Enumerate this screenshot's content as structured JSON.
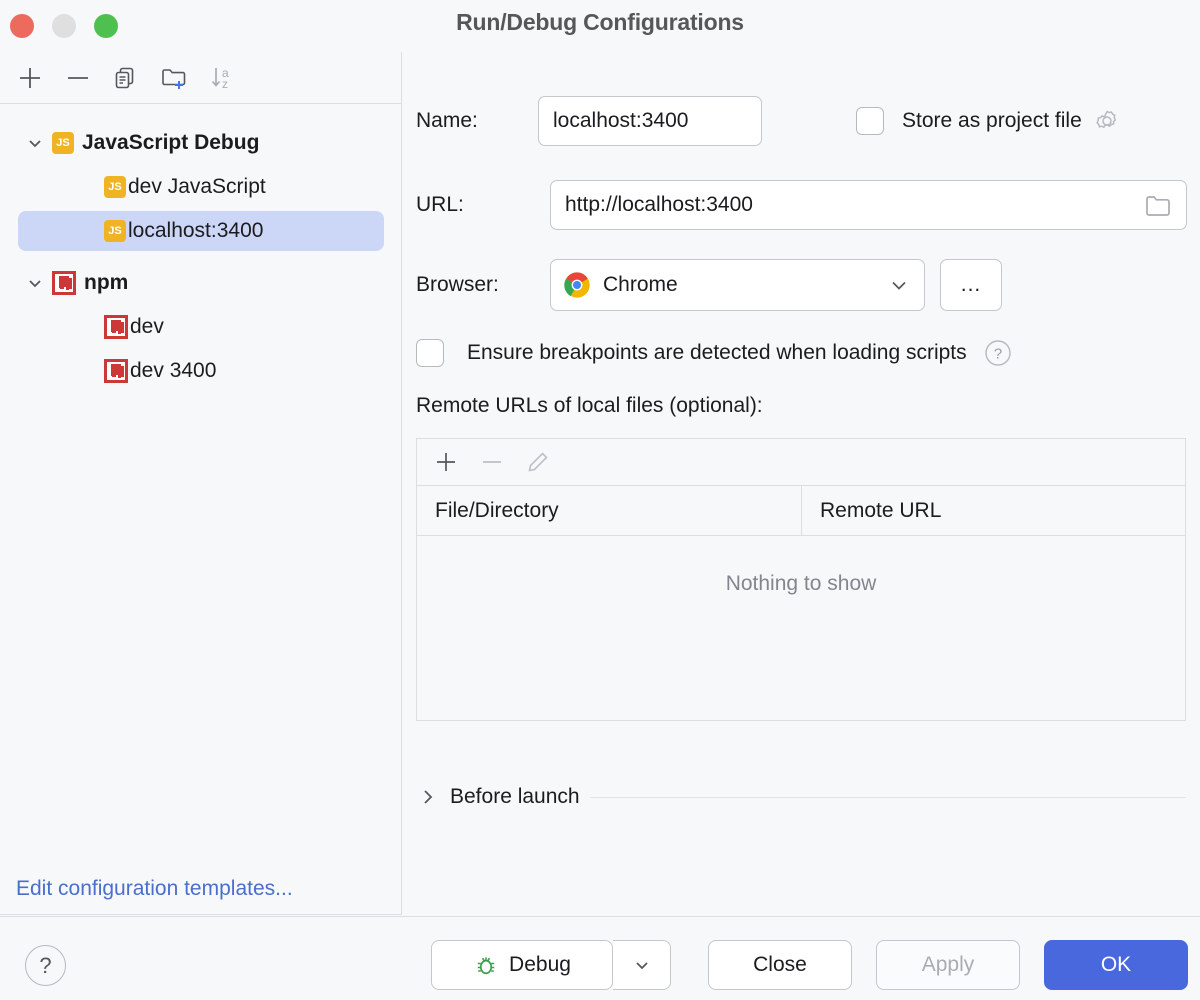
{
  "window": {
    "title": "Run/Debug Configurations",
    "traffic_lights": [
      "close-red",
      "minimize-gray",
      "zoom-green"
    ]
  },
  "sidebar": {
    "toolbar": [
      {
        "name": "add-configuration-button",
        "icon": "plus-icon"
      },
      {
        "name": "remove-configuration-button",
        "icon": "minus-icon"
      },
      {
        "name": "copy-configuration-button",
        "icon": "copy-icon"
      },
      {
        "name": "new-folder-button",
        "icon": "folder-plus-icon"
      },
      {
        "name": "sort-alphabetically-button",
        "icon": "sort-az-icon"
      }
    ],
    "tree": [
      {
        "label": "JavaScript Debug",
        "type": "group",
        "icon": "js-icon",
        "expanded": true,
        "selected": false
      },
      {
        "label": "dev JavaScript",
        "type": "child",
        "icon": "js-icon",
        "selected": false
      },
      {
        "label": "localhost:3400",
        "type": "child",
        "icon": "js-icon",
        "selected": true
      },
      {
        "label": "npm",
        "type": "group",
        "icon": "npm-icon",
        "expanded": true,
        "selected": false
      },
      {
        "label": "dev",
        "type": "child",
        "icon": "npm-icon",
        "selected": false
      },
      {
        "label": "dev 3400",
        "type": "child",
        "icon": "npm-icon",
        "selected": false
      }
    ],
    "edit_templates_link": "Edit configuration templates..."
  },
  "form": {
    "name_label": "Name:",
    "name_value": "localhost:3400",
    "store_as_project_file_label": "Store as project file",
    "store_as_project_file_checked": false,
    "store_gear_icon": "gear-icon",
    "url_label": "URL:",
    "url_value": "http://localhost:3400",
    "url_browse_icon": "folder-icon",
    "browser_label": "Browser:",
    "browser_value": "Chrome",
    "browser_icon": "chrome-icon",
    "browser_more_label": "...",
    "ensure_breakpoints_label": "Ensure breakpoints are detected when loading scripts",
    "ensure_breakpoints_checked": false,
    "ensure_breakpoints_help_icon": "question-icon",
    "remote_urls_label": "Remote URLs of local files (optional):",
    "table": {
      "toolbar": [
        {
          "name": "add-row-button",
          "icon": "plus-icon",
          "enabled": true
        },
        {
          "name": "remove-row-button",
          "icon": "minus-icon",
          "enabled": false
        },
        {
          "name": "edit-row-button",
          "icon": "pencil-icon",
          "enabled": false
        }
      ],
      "columns": [
        "File/Directory",
        "Remote URL"
      ],
      "rows": [],
      "empty_message": "Nothing to show"
    },
    "before_launch_label": "Before launch",
    "before_launch_expanded": false
  },
  "footer": {
    "help_label": "?",
    "debug_label": "Debug",
    "debug_icon": "bug-icon",
    "debug_dropdown_icon": "chevron-down-icon",
    "close_label": "Close",
    "apply_label": "Apply",
    "apply_enabled": false,
    "ok_label": "OK"
  },
  "colors": {
    "accent": "#4968de",
    "selection": "#ccd6f6",
    "link": "#4a6ecb",
    "js_badge": "#f0b323",
    "npm_badge": "#cb3837",
    "background": "#f7f8fa",
    "border": "#dcdee1"
  }
}
